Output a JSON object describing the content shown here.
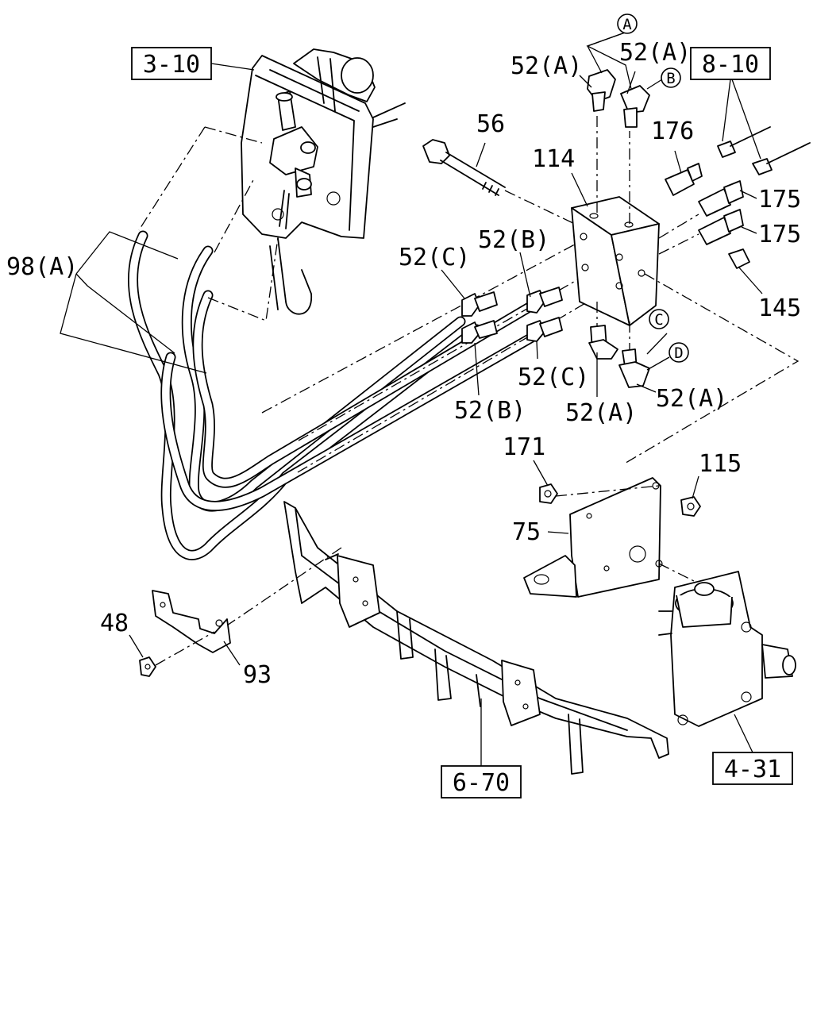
{
  "labels": {
    "ref_3_10": "3-10",
    "ref_8_10": "8-10",
    "ref_6_70": "6-70",
    "ref_4_31": "4-31",
    "p_52a_left": "52(A)",
    "p_52a_right": "52(A)",
    "p_56": "56",
    "p_114": "114",
    "p_176": "176",
    "p_175_upper": "175",
    "p_175_lower": "175",
    "p_98a": "98(A)",
    "p_52c_upper": "52(C)",
    "p_52b_upper": "52(B)",
    "p_145": "145",
    "p_52c_lower": "52(C)",
    "p_52b_lower": "52(B)",
    "p_52a_lower_left": "52(A)",
    "p_52a_lower_right": "52(A)",
    "p_171": "171",
    "p_115": "115",
    "p_75": "75",
    "p_48": "48",
    "p_93": "93"
  },
  "callouts": {
    "a": "A",
    "b": "B",
    "c": "C",
    "d": "D"
  }
}
